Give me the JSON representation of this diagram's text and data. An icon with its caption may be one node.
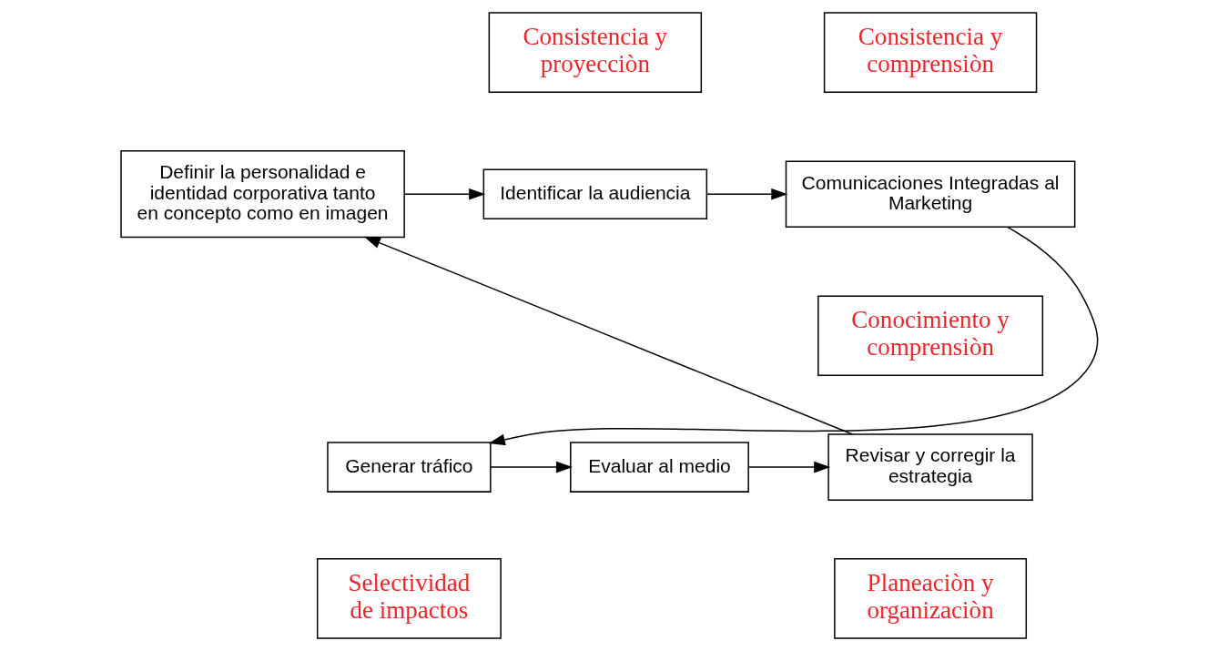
{
  "diagram": {
    "nodes": [
      {
        "text": [
          "Consistencia y proyecciòn"
        ]
      },
      {
        "text": [
          "Consistencia y comprensiòn"
        ]
      },
      {
        "text": [
          "Definir la personalidad e identidad corporativa tanto en concepto como en imagen"
        ]
      },
      {
        "text": [
          "Identificar la audiencia"
        ]
      },
      {
        "text": [
          "Comunicaciones Integradas al Marketing"
        ]
      },
      {
        "text": [
          "Conocimiento y comprensiòn"
        ]
      },
      {
        "text": [
          "Generar tráfico"
        ]
      },
      {
        "text": [
          "Evaluar al medio"
        ]
      },
      {
        "text": [
          "Revisar y corregir la estrategia"
        ]
      },
      {
        "text": [
          "Selectividad de impactos"
        ]
      },
      {
        "text": [
          "Planeaciòn y organizaciòn"
        ]
      }
    ],
    "edges": [
      {
        "from": 2,
        "to": 3,
        "arrow": "to"
      },
      {
        "from": 3,
        "to": 4,
        "arrow": "to"
      },
      {
        "from": 4,
        "to": 6,
        "arrow": "to"
      },
      {
        "from": 6,
        "to": 7,
        "arrow": "to"
      },
      {
        "from": 7,
        "to": 8,
        "arrow": "to"
      },
      {
        "from": 8,
        "to": 2,
        "arrow": "to"
      }
    ]
  }
}
